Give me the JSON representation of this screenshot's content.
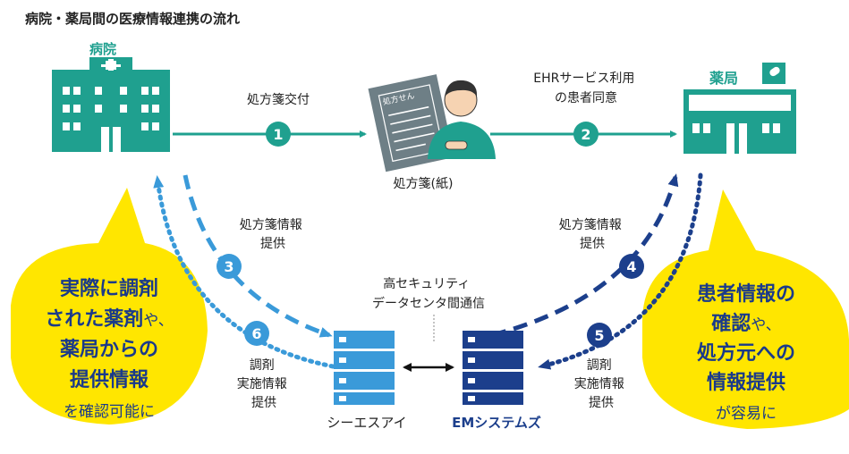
{
  "title": "病院・薬局間の医療情報連携の流れ",
  "hospital": {
    "label": "病院"
  },
  "pharmacy": {
    "label": "薬局"
  },
  "paper": {
    "sheet_text": "処方せん",
    "caption": "処方箋(紙)"
  },
  "steps": [
    {
      "num": "1",
      "label_lines": [
        "処方箋交付"
      ]
    },
    {
      "num": "2",
      "label_lines": [
        "EHRサービス利用",
        "の患者同意"
      ]
    },
    {
      "num": "3",
      "label_lines": [
        "処方箋情報",
        "提供"
      ]
    },
    {
      "num": "4",
      "label_lines": [
        "処方箋情報",
        "提供"
      ]
    },
    {
      "num": "5",
      "label_lines": [
        "調剤",
        "実施情報",
        "提供"
      ]
    },
    {
      "num": "6",
      "label_lines": [
        "調剤",
        "実施情報",
        "提供"
      ]
    }
  ],
  "datacenter_link": {
    "lines": [
      "高セキュリティ",
      "データセンタ間通信"
    ]
  },
  "servers": {
    "left": "シーエスアイ",
    "right": "EMシステムズ"
  },
  "bubble_left": {
    "lines": [
      [
        {
          "text": "実際に調剤",
          "bold": true
        }
      ],
      [
        {
          "text": "された薬剤",
          "bold": true
        },
        {
          "text": "や、",
          "bold": false
        }
      ],
      [
        {
          "text": "薬局からの",
          "bold": true
        }
      ],
      [
        {
          "text": "提供情報",
          "bold": true
        }
      ],
      [
        {
          "text": "を確認可能に",
          "bold": false
        }
      ]
    ]
  },
  "bubble_right": {
    "lines": [
      [
        {
          "text": "患者情報の",
          "bold": true
        }
      ],
      [
        {
          "text": "確認",
          "bold": true
        },
        {
          "text": "や、",
          "bold": false
        }
      ],
      [
        {
          "text": "処方元への",
          "bold": true
        }
      ],
      [
        {
          "text": "情報提供",
          "bold": true
        }
      ],
      [
        {
          "text": "が容易に",
          "bold": false
        }
      ]
    ]
  },
  "colors": {
    "teal": "#1fa08f",
    "light_blue": "#3a9ad9",
    "navy": "#1c3f8c",
    "yellow": "#ffe600",
    "bubble_text": "#1a3a8a",
    "paper_gray": "#6e7f86"
  }
}
